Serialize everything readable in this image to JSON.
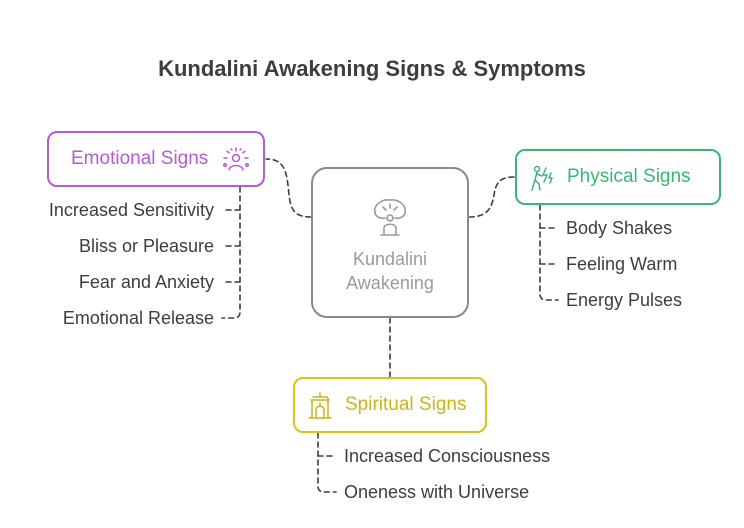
{
  "title": "Kundalini Awakening Signs & Symptoms",
  "center": {
    "line1": "Kundalini",
    "line2": "Awakening",
    "icon": "tree-meditation-icon"
  },
  "emotional": {
    "label": "Emotional Signs",
    "icon": "radiant-person-icon",
    "items": [
      "Increased Sensitivity",
      "Bliss or Pleasure",
      "Fear and Anxiety",
      "Emotional Release"
    ]
  },
  "physical": {
    "label": "Physical Signs",
    "icon": "energy-body-icon",
    "items": [
      "Body Shakes",
      "Feeling Warm",
      "Energy Pulses"
    ]
  },
  "spiritual": {
    "label": "Spiritual Signs",
    "icon": "temple-icon",
    "items": [
      "Increased Consciousness",
      "Oneness with Universe"
    ]
  },
  "colors": {
    "emotional": "#b45ad9",
    "physical": "#37b86f",
    "spiritual": "#d9c21a",
    "center": "#8a8a8a",
    "text": "#3d3d3d",
    "connector": "#3d3d3d"
  }
}
